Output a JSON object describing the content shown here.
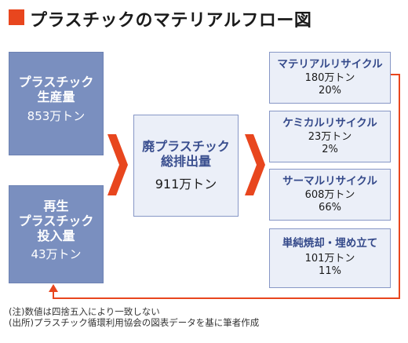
{
  "title": "プラスチックのマテリアルフロー図",
  "colors": {
    "accent": "#e8461e",
    "dark_box": "#7a8fbf",
    "light_box": "#ebeff8",
    "label_blue": "#34498a"
  },
  "left": {
    "production": {
      "label_line1": "プラスチック",
      "label_line2": "生産量",
      "amount": "853万トン"
    },
    "recycled_input": {
      "label_line1": "再生",
      "label_line2": "プラスチック",
      "label_line3": "投入量",
      "amount": "43万トン"
    }
  },
  "center": {
    "label_line1": "廃プラスチック",
    "label_line2": "総排出量",
    "amount": "911万トン"
  },
  "right": [
    {
      "label": "マテリアルリサイクル",
      "amount": "180万トン",
      "percent": "20%"
    },
    {
      "label": "ケミカルリサイクル",
      "amount": "23万トン",
      "percent": "2%"
    },
    {
      "label": "サーマルリサイクル",
      "amount": "608万トン",
      "percent": "66%"
    },
    {
      "label": "単純焼却・埋め立て",
      "amount": "101万トン",
      "percent": "11%"
    }
  ],
  "notes": {
    "line1": "(注)数値は四捨五入により一致しない",
    "line2": "(出所)プラスチック循環利用協会の図表データを基に筆者作成"
  }
}
